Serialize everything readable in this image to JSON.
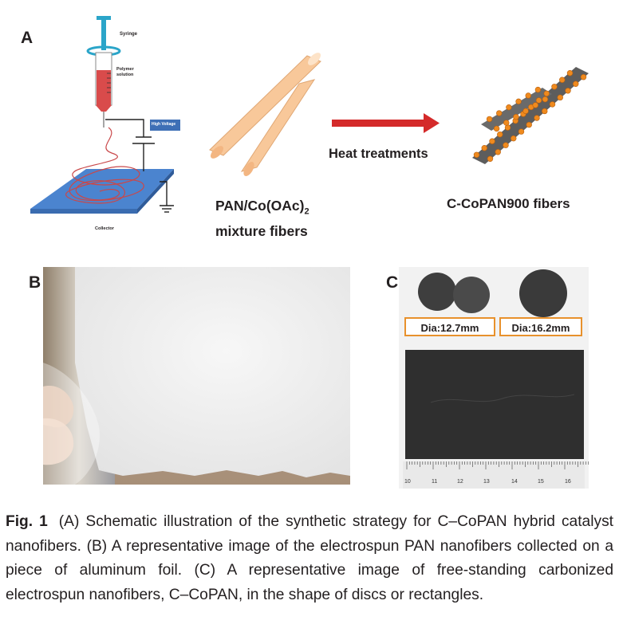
{
  "panel_a": {
    "letter": "A",
    "syringe_label": "Syringe",
    "polymer_label": "Polymer solution",
    "voltage_label": "High Voltage",
    "collector_label": "Collector",
    "mixture_label_line1": "PAN/Co(OAc)",
    "mixture_label_sub": "2",
    "mixture_label_line2": "mixture fibers",
    "arrow_label": "Heat treatments",
    "product_label": "C-CoPAN900 fibers"
  },
  "panel_b": {
    "letter": "B"
  },
  "panel_c": {
    "letter": "C",
    "dia_small": "Dia:12.7mm",
    "dia_large": "Dia:16.2mm",
    "ruler_numbers": [
      "10",
      "11",
      "12",
      "13",
      "14",
      "15",
      "16"
    ]
  },
  "caption": {
    "fig_label": "Fig. 1",
    "text": "(A) Schematic illustration of the synthetic strategy for C–CoPAN hybrid catalyst nanofibers. (B) A representative image of the electrospun PAN nanofibers collected on a piece of aluminum foil. (C) A representative image of free-standing carbonized electrospun nanofibers, C–CoPAN, in the shape of discs or rectangles."
  },
  "colors": {
    "arrow": "#d42a2a",
    "fiber_fill": "#f8c89a",
    "carbon_fiber": "#5d5d5d",
    "cobalt_particle": "#ef8a1e",
    "collector": "#4b84cf",
    "syringe": "#2ba5c9",
    "solution": "#d94b4b",
    "label_box": "#e8912c"
  }
}
